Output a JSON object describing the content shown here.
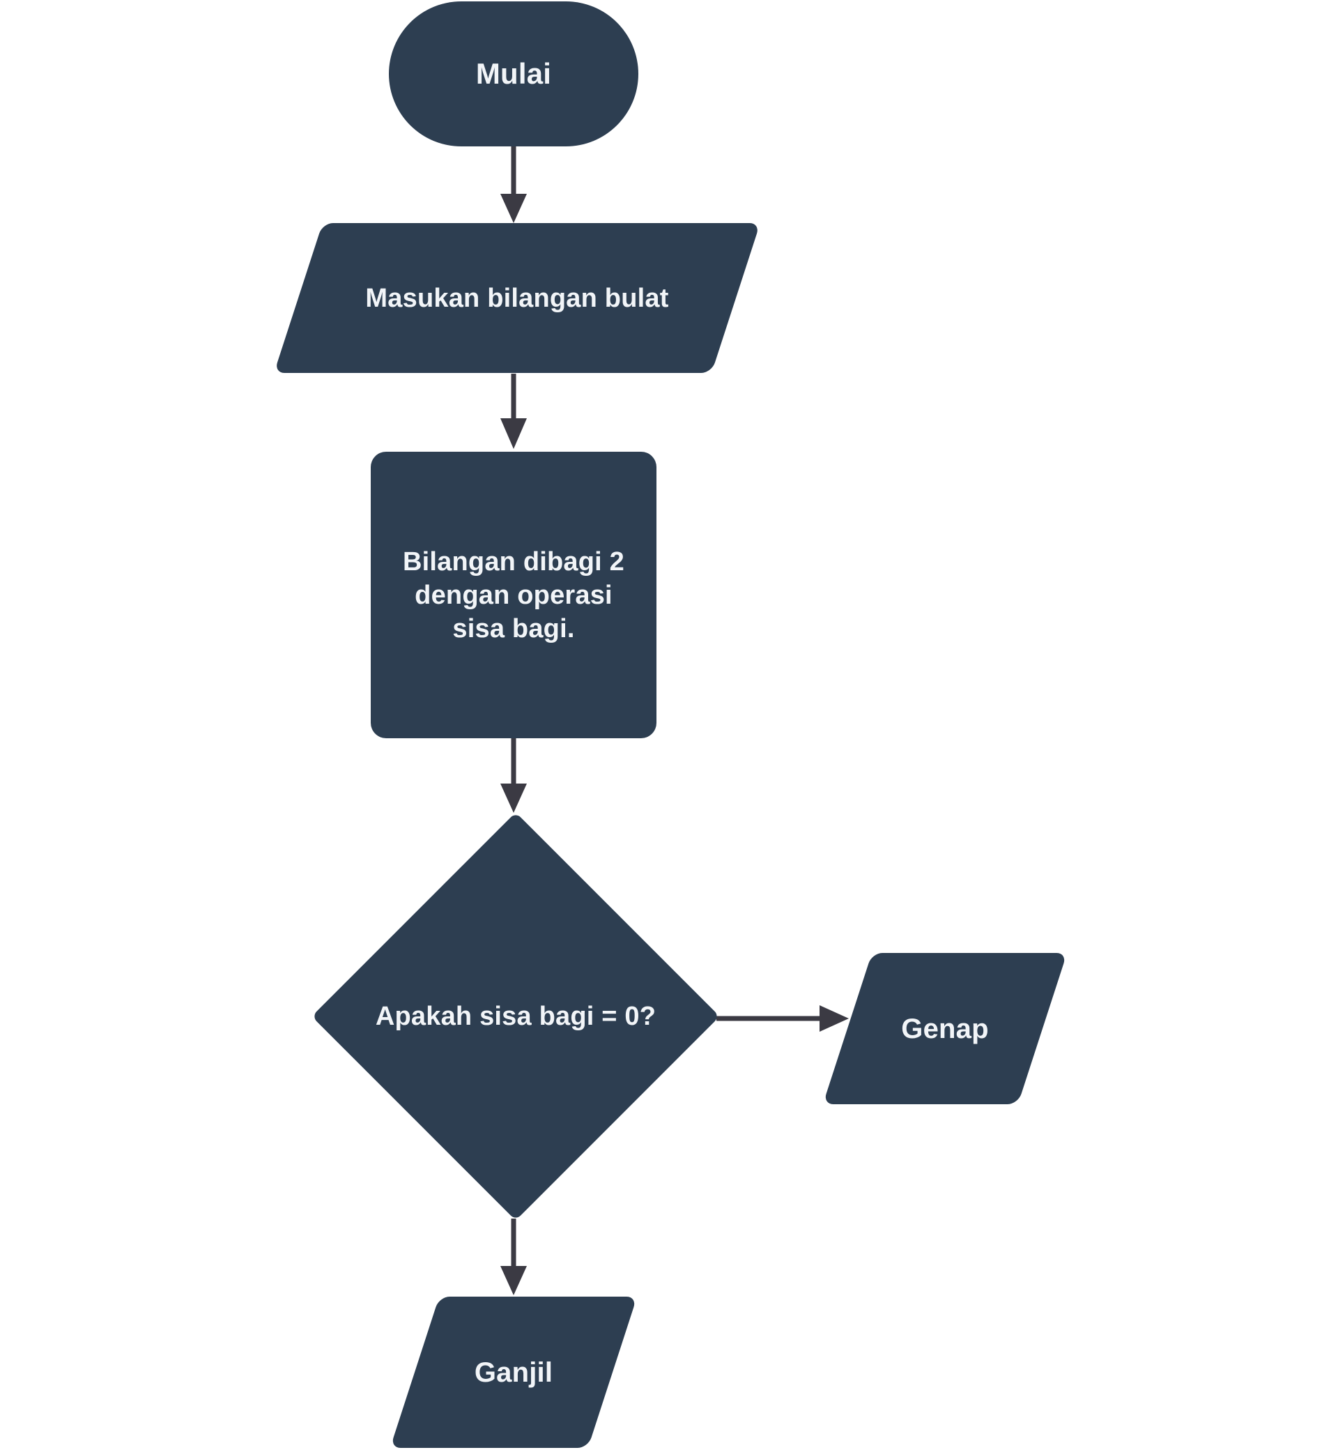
{
  "diagram": {
    "language": "Indonesian",
    "background_color": "#ffffff",
    "shape_fill_color": "#2d3e51",
    "arrow_color": "#3b3a43",
    "text_color": "#f2f5f8"
  },
  "nodes": {
    "start": {
      "type": "terminator",
      "label": "Mulai"
    },
    "input": {
      "type": "input-output",
      "label": "Masukan bilangan bulat"
    },
    "process": {
      "type": "process",
      "lines": [
        "Bilangan dibagi 2",
        "dengan operasi",
        "sisa bagi."
      ]
    },
    "decision": {
      "type": "decision",
      "label": "Apakah sisa bagi = 0?"
    },
    "even": {
      "type": "input-output",
      "label": "Genap"
    },
    "odd": {
      "type": "input-output",
      "label": "Ganjil"
    }
  },
  "edges": [
    {
      "from": "start",
      "to": "input",
      "direction": "down"
    },
    {
      "from": "input",
      "to": "process",
      "direction": "down"
    },
    {
      "from": "process",
      "to": "decision",
      "direction": "down"
    },
    {
      "from": "decision",
      "to": "even",
      "direction": "right"
    },
    {
      "from": "decision",
      "to": "odd",
      "direction": "down"
    }
  ]
}
